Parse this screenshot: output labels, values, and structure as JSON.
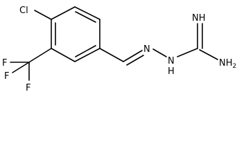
{
  "molecule": {
    "atoms": {
      "cl": "Cl",
      "f1": "F",
      "f2": "F",
      "f3": "F",
      "n1": "N",
      "n2": "N",
      "nh": "NH",
      "h": "H",
      "nh2": "NH",
      "sub2": "2"
    }
  },
  "colors": {
    "line": "#000000",
    "background": "#ffffff"
  }
}
